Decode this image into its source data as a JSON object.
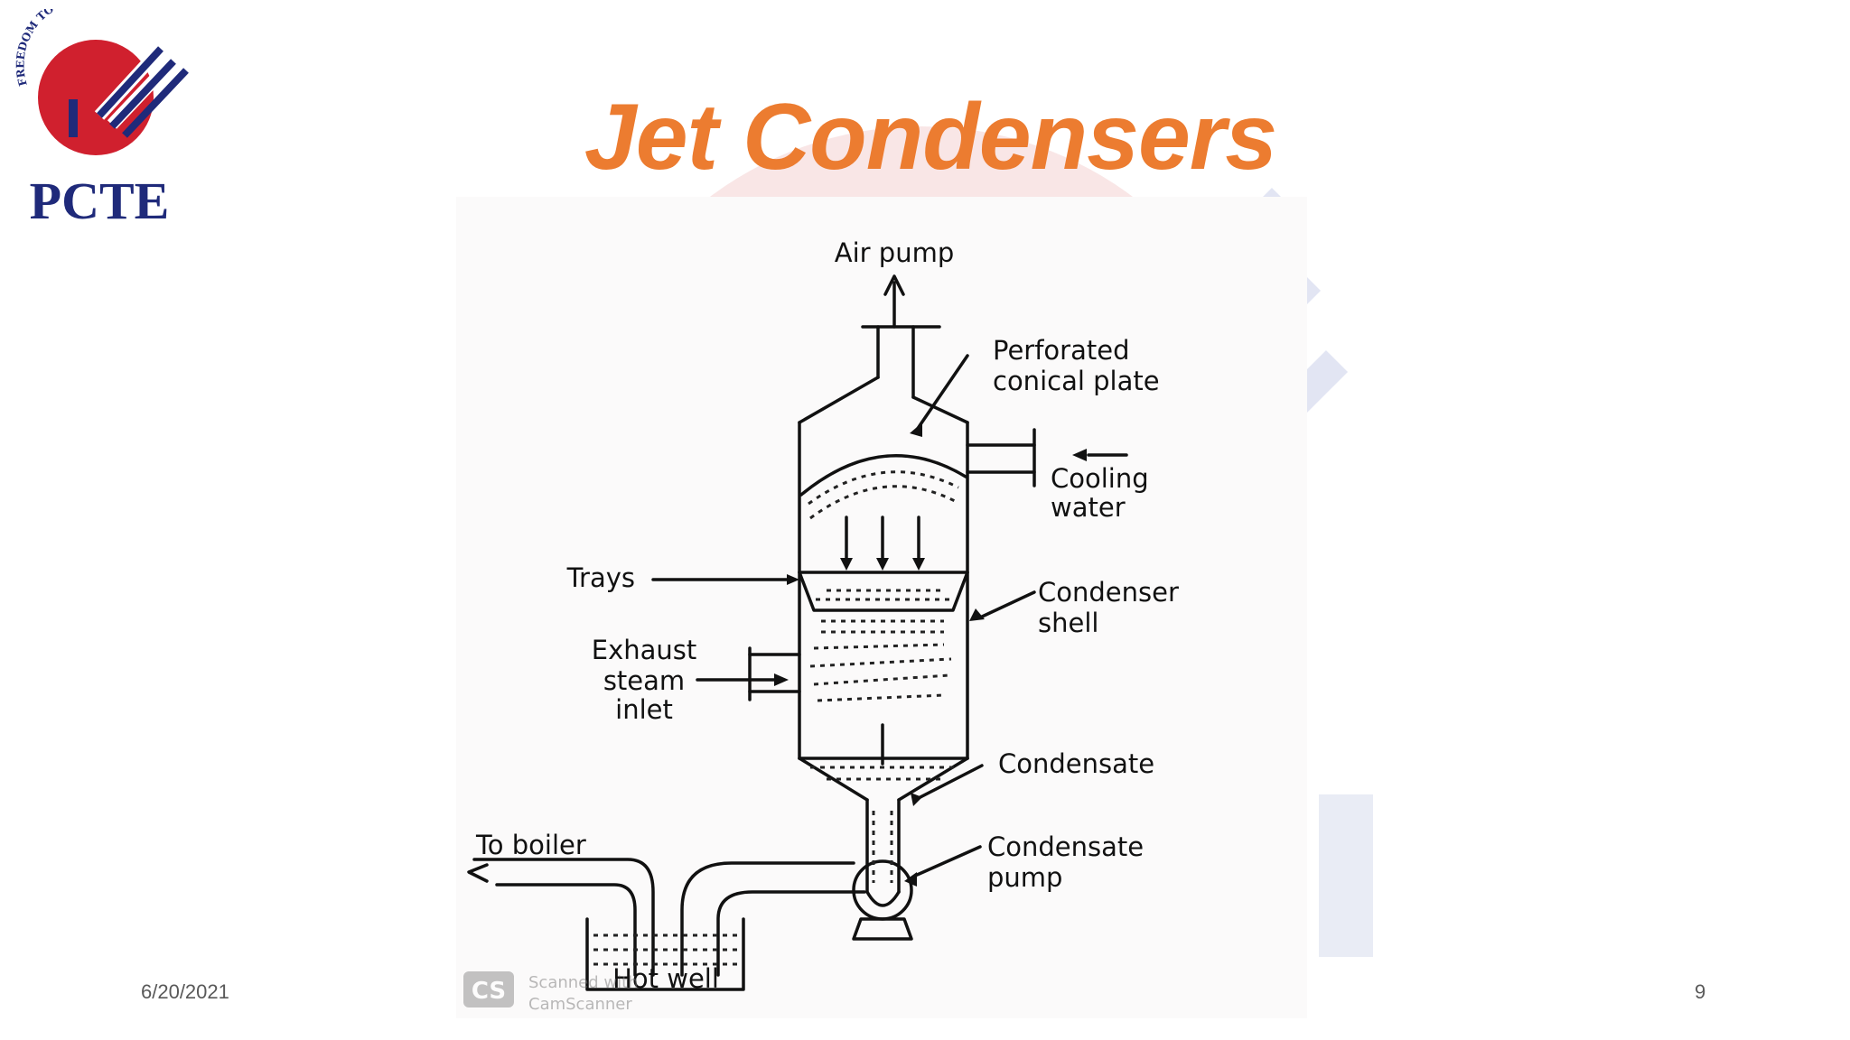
{
  "logo": {
    "motto": "FREEDOM TO EVOLVE",
    "name": "PCTE"
  },
  "slide": {
    "title": "Jet Condensers",
    "date": "6/20/2021",
    "number": "9"
  },
  "diagram": {
    "labels": {
      "air_pump": "Air pump",
      "perforated_1": "Perforated",
      "perforated_2": "conical plate",
      "cooling_1": "Cooling",
      "cooling_2": "water",
      "trays": "Trays",
      "shell_1": "Condenser",
      "shell_2": "shell",
      "exhaust_1": "Exhaust",
      "exhaust_2": "steam",
      "exhaust_3": "inlet",
      "condensate": "Condensate",
      "pump_1": "Condensate",
      "pump_2": "pump",
      "to_boiler": "To boiler",
      "hot_well": "Hot well"
    },
    "scanner": {
      "badge": "CS",
      "line1": "Scanned with",
      "line2": "CamScanner"
    }
  },
  "colors": {
    "title": "#ec7c30",
    "logo_red": "#d0202e",
    "logo_blue": "#1f2a7a"
  }
}
